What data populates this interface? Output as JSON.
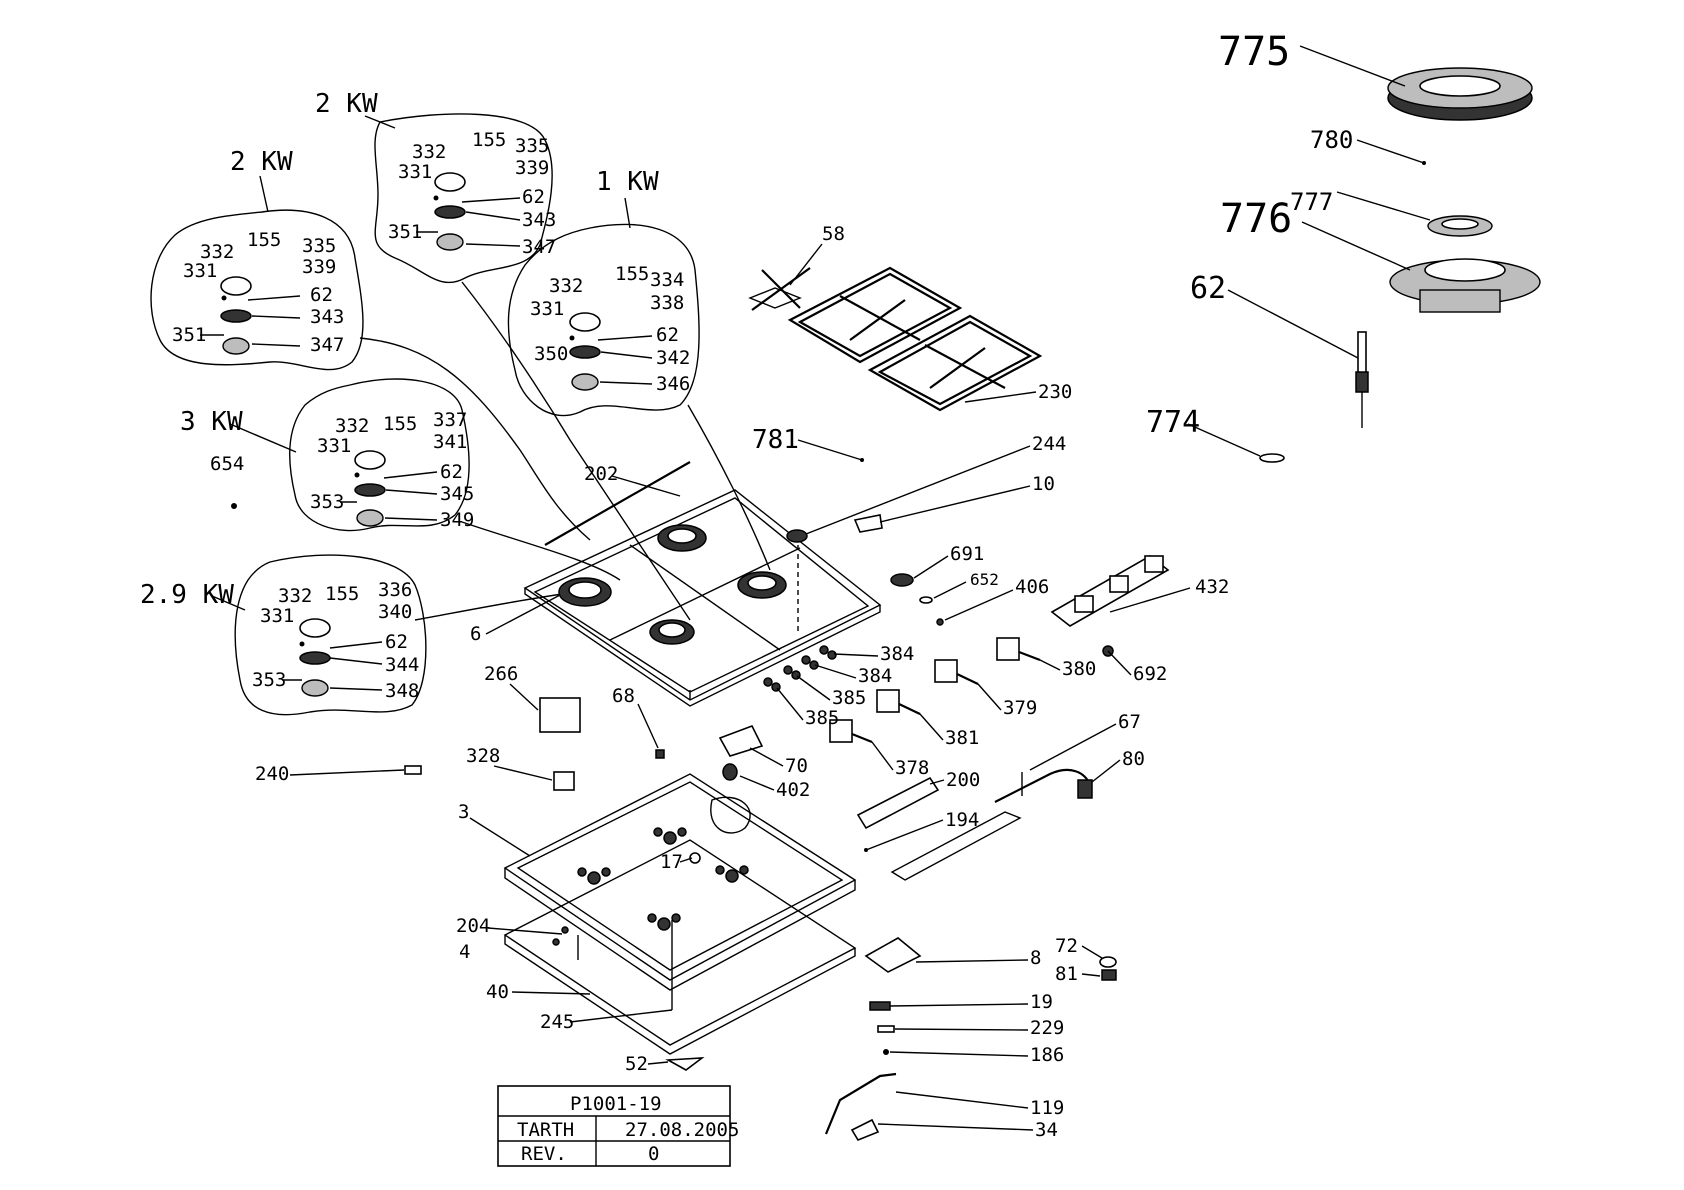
{
  "title_block": {
    "drawing_no": "P1001-19",
    "date_label": "TARTH",
    "date_value": "27.08.2005",
    "rev_label": "REV.",
    "rev_value": "0"
  },
  "burner_groups": [
    {
      "power": "2 KW",
      "parts": [
        "332",
        "155",
        "335",
        "339",
        "331",
        "62",
        "351",
        "343",
        "347"
      ]
    },
    {
      "power": "2 KW",
      "parts": [
        "332",
        "155",
        "335",
        "339",
        "331",
        "62",
        "343",
        "351",
        "347"
      ]
    },
    {
      "power": "1 KW",
      "parts": [
        "332",
        "155",
        "334",
        "338",
        "331",
        "62",
        "350",
        "342",
        "346"
      ]
    },
    {
      "power": "3 KW",
      "parts": [
        "332",
        "155",
        "337",
        "341",
        "331",
        "62",
        "345",
        "353",
        "349"
      ]
    },
    {
      "power": "2.9 KW",
      "parts": [
        "332",
        "155",
        "336",
        "340",
        "331",
        "62",
        "344",
        "353",
        "348"
      ]
    }
  ],
  "part_labels": [
    "775",
    "780",
    "777",
    "776",
    "62",
    "774",
    "58",
    "230",
    "781",
    "244",
    "10",
    "202",
    "6",
    "691",
    "652",
    "406",
    "432",
    "380",
    "692",
    "384",
    "384",
    "385",
    "385",
    "379",
    "381",
    "378",
    "266",
    "68",
    "328",
    "70",
    "402",
    "240",
    "3",
    "17",
    "200",
    "194",
    "67",
    "80",
    "204",
    "4",
    "8",
    "72",
    "81",
    "40",
    "245",
    "19",
    "229",
    "186",
    "52",
    "119",
    "34",
    "654",
    "331"
  ]
}
